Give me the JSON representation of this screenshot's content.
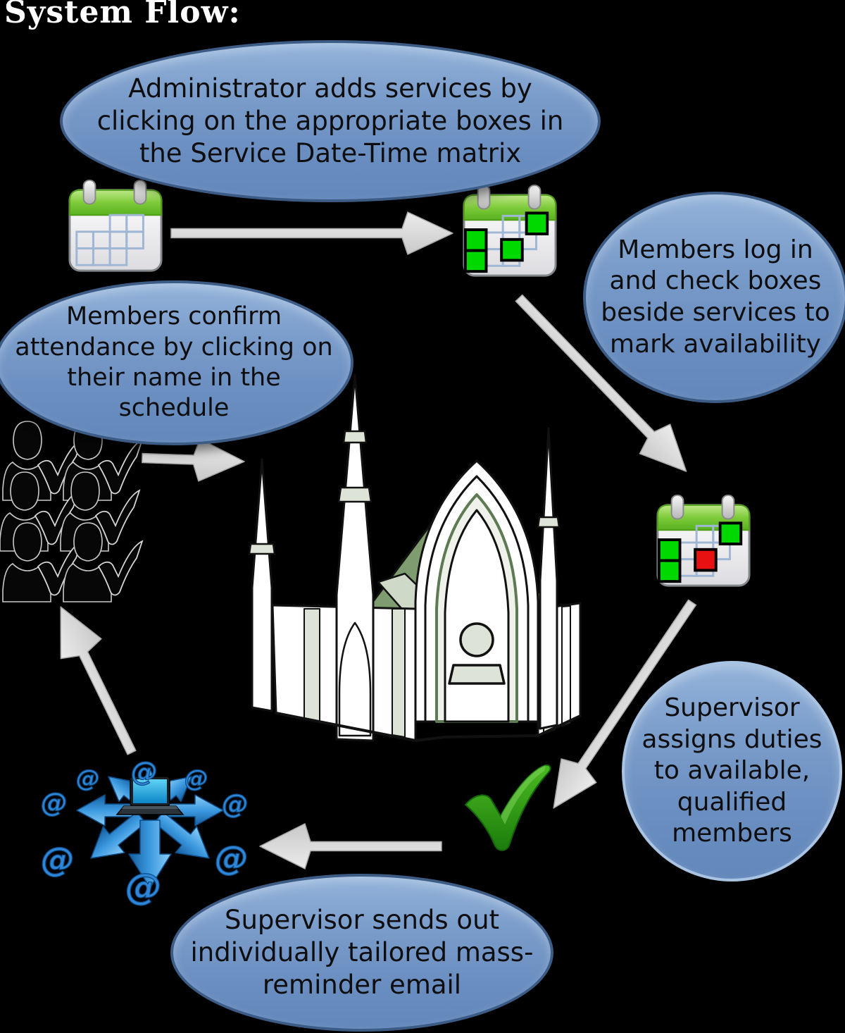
{
  "title": "System Flow:",
  "nodes": {
    "admin_adds": "Administrator adds services by clicking on the appropriate boxes in the Service Date-Time matrix",
    "members_login": "Members log in and check boxes beside services to mark availability",
    "members_confirm": "Members confirm attendance by clicking on their name in the schedule",
    "supervisor_assigns": "Supervisor assigns duties to available, qualified members",
    "supervisor_sends": "Supervisor sends out individually tailored mass-reminder email"
  },
  "symbols": {
    "at": "@"
  },
  "icons": {
    "calendar_empty": "calendar-empty-icon",
    "calendar_services": "calendar-services-marked-icon",
    "calendar_availability": "calendar-availability-marked-icon",
    "members_group": "members-checked-icon",
    "church": "church-illustration",
    "green_check": "green-checkmark-icon",
    "mass_email": "mass-email-broadcast-icon"
  },
  "colors": {
    "background": "#000000",
    "bubble_fill": "#7094c5",
    "bubble_border": "#3c5b85",
    "bubble_text": "#0e0e10",
    "arrow_gray": "#d8d8d8",
    "calendar_green": "#6cc427",
    "service_box_green": "#00d900",
    "service_box_red": "#e81111",
    "check_green": "#2d9a12",
    "email_blue": "#2b7fd4",
    "church_roof_green": "#7f9c70",
    "church_wall": "#ffffff"
  }
}
